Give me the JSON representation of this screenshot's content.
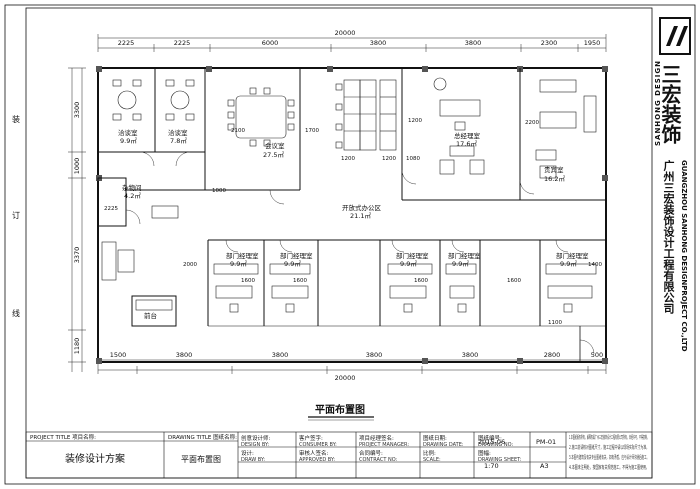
{
  "drawing_title": "平面布置图",
  "overall_width_dim": "20000",
  "top_dims": [
    "2225",
    "2225",
    "6000",
    "3800",
    "3800",
    "2300"
  ],
  "top_dim_total_right": "1950",
  "bottom_dims": [
    "1500",
    "3800",
    "3800",
    "3800",
    "3800",
    "2800",
    "500"
  ],
  "bottom_total": "20000",
  "left_dims": [
    "3300",
    "1000",
    "3370",
    "1180"
  ],
  "inner_dims": {
    "a": "2100",
    "b": "1700",
    "c": "1200",
    "d": "1200",
    "e": "1200",
    "f": "1080",
    "g": "2200",
    "h": "2225",
    "i": "1000",
    "j": "2000",
    "k": "1400",
    "l": "1600",
    "m": "1600",
    "n": "1600",
    "o": "1600",
    "p": "1100"
  },
  "rooms": {
    "negotiation1": {
      "name": "洽谈室",
      "area": "9.9㎡"
    },
    "negotiation2": {
      "name": "洽谈室",
      "area": "7.8㎡"
    },
    "storage": {
      "name": "杂物间",
      "area": "4.2㎡"
    },
    "meeting": {
      "name": "会议室",
      "area": "27.5㎡"
    },
    "open_office": {
      "name": "开放式办公区",
      "area": "21.1㎡"
    },
    "gm_office": {
      "name": "总经理室",
      "area": "17.6㎡"
    },
    "vip_room": {
      "name": "贵宾室",
      "area": "16.2㎡"
    },
    "reception": {
      "name": "前台"
    },
    "dept1": {
      "name": "部门经理室",
      "area": "9.9㎡"
    },
    "dept2": {
      "name": "部门经理室",
      "area": "9.9㎡"
    },
    "dept3": {
      "name": "部门经理室",
      "area": "9.9㎡"
    },
    "dept4": {
      "name": "部门经理室",
      "area": "9.9㎡"
    },
    "dept5": {
      "name": "部门经理室",
      "area": "9.9㎡"
    }
  },
  "binding_marks": [
    "装",
    "订",
    "线"
  ],
  "title_block": {
    "project_title_label": "PROJECT TITLE  项目名称:",
    "project_title_value": "装修设计方案",
    "drawing_title_label": "DRAWING TITLE  图纸名称:",
    "drawing_title_value": "平面布置图",
    "design_by_cn": "创意设计师:",
    "design_by_en": "DESIGN BY:",
    "draw_by_cn": "设计:",
    "draw_by_en": "DRAW BY:",
    "consumer_cn": "客户签字:",
    "consumer_en": "CONSUMER BY:",
    "approved_cn": "审核人签名:",
    "approved_en": "APPROVED BY:",
    "pm_cn": "项目经理签名:",
    "pm_en": "PROJECT MANAGER:",
    "contract_cn": "合同编号:",
    "contract_en": "CONTRACT NO:",
    "date_cn": "图纸日期:",
    "date_en": "DRAWING DATE:",
    "date_value": "2015-06",
    "scale_cn": "比例:",
    "scale_en": "SCALE:",
    "scale_value": "1:70",
    "drawing_no_cn": "图纸编号:",
    "drawing_no_en": "DRAWING NO:",
    "drawing_no_value": "PM-01",
    "sheet_cn": "图幅:",
    "sheet_en": "DRAWING SHEET:",
    "sheet_value": "A3",
    "notes": [
      "1.本图纸版权所有，解释权属广州三宏装饰设计工程有限公司所有。未经许可，不得复制。",
      "2.施工前请核对图纸尺寸，施工过程中请以现场实际尺寸为准。",
      "3.本图与建筑及有关专业图纸有关，如有矛盾，应与设计师沟通后施工。",
      "4.本图未注明处，按国家有关规范施工。不得为施工图使用。"
    ]
  },
  "brand": {
    "name_cn": "三宏装饰",
    "name_en": "SANHONG DESIGN",
    "company_cn": "广州三宏装饰设计工程有限公司",
    "company_en": "GUANGZHOU SANHONG DESIGNPROJECT CO.,LTD"
  }
}
